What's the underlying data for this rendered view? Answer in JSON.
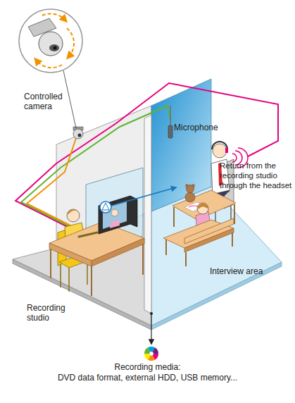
{
  "diagram": {
    "labels": [
      "Controlled camera",
      "Microphone",
      "Return from the recording studio through the headset",
      "Interview area",
      "Recording studio",
      "Recording media:",
      "DVD data format, external HDD, USB memory..."
    ]
  }
}
